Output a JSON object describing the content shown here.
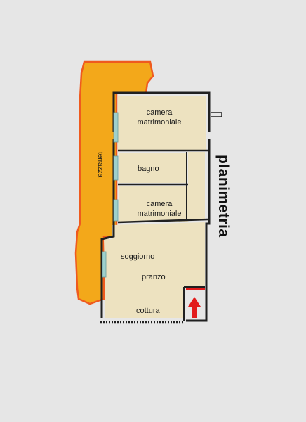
{
  "title": "planimetria",
  "rooms": {
    "camera_1": "camera matrimoniale",
    "bagno": "bagno",
    "camera_2": "camera matrimoniale",
    "soggiorno": "soggiorno",
    "pranzo": "pranzo",
    "cottura": "cottura",
    "terrazza": "terrazza"
  },
  "colors": {
    "background": "#e6e6e6",
    "room_fill": "#ede2c0",
    "terrace_fill": "#f3a81a",
    "terrace_outline": "#ef5a1e",
    "wall": "#202020",
    "window": "#9fd0cc",
    "entrance_arrow": "#e21b1b"
  },
  "icons": {
    "entrance": "up-arrow-icon"
  }
}
